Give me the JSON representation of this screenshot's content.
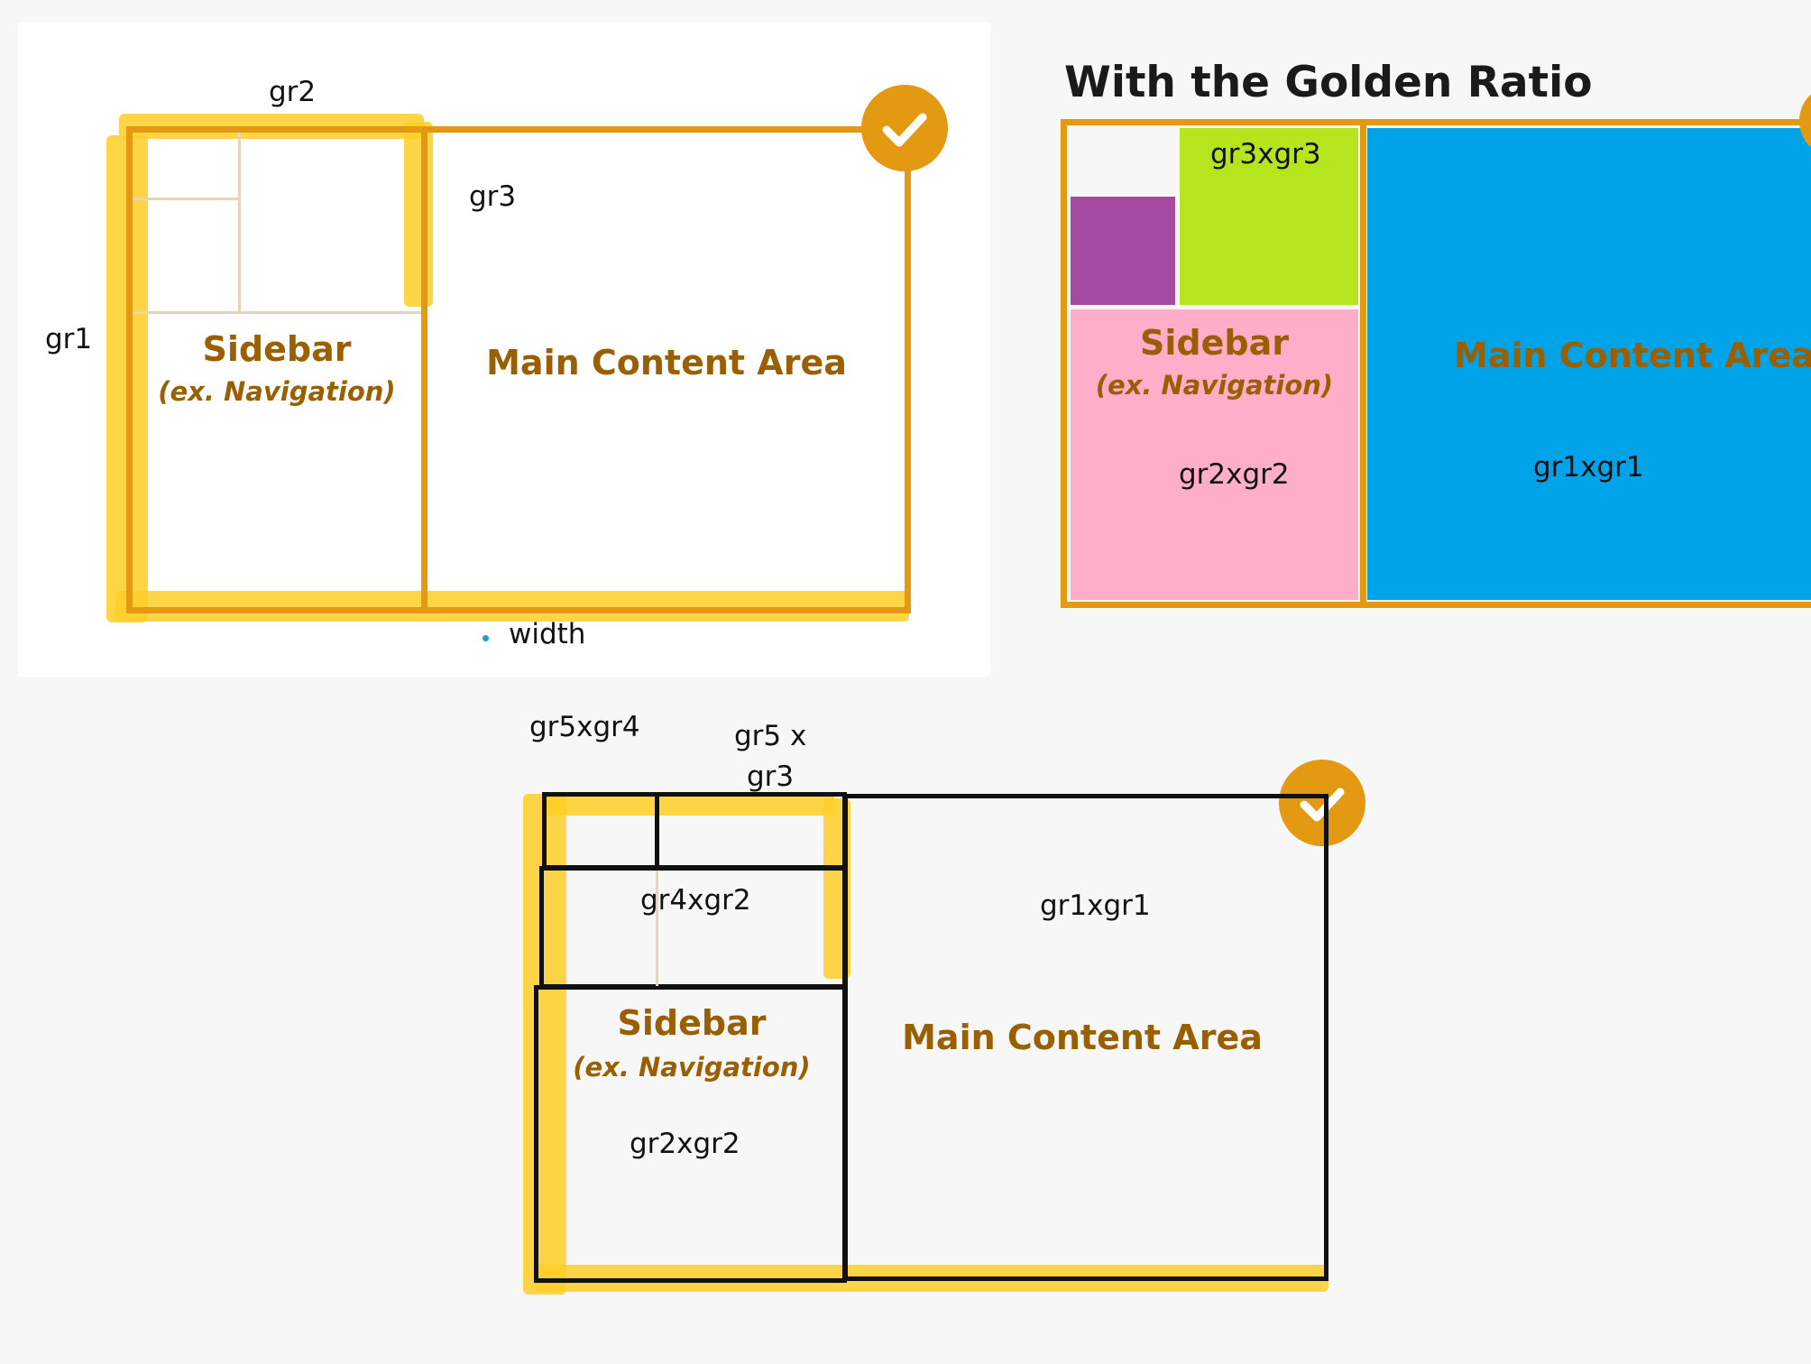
{
  "diagram1": {
    "labels": {
      "gr2": "gr2",
      "gr3": "gr3",
      "gr1": "gr1",
      "width": "width"
    },
    "sidebar": {
      "title": "Sidebar",
      "subtitle": "(ex. Navigation)"
    },
    "main": {
      "title": "Main Content Area"
    }
  },
  "diagram2": {
    "heading": "With the Golden Ratio",
    "labels": {
      "top": "gr3xgr3",
      "sidebar": "gr2xgr2",
      "main": "gr1xgr1"
    },
    "sidebar": {
      "title": "Sidebar",
      "subtitle": "(ex. Navigation)"
    },
    "main": {
      "title": "Main Content Area"
    },
    "colors": {
      "purple": "#a44aa0",
      "green": "#b5e61d",
      "pink": "#ffaec9",
      "blue": "#00a2e8",
      "frame": "#e39a12"
    }
  },
  "diagram3": {
    "labels": {
      "top_left": "gr5xgr4",
      "top_right_line1": "gr5 x",
      "top_right_line2": "gr3",
      "middle": "gr4xgr2",
      "main": "gr1xgr1",
      "sidebar": "gr2xgr2"
    },
    "sidebar": {
      "title": "Sidebar",
      "subtitle": "(ex. Navigation)"
    },
    "main": {
      "title": "Main Content Area"
    }
  },
  "colors": {
    "accent": "#e39a12",
    "highlight": "#ffce28",
    "text_brown": "#9a5f00"
  }
}
